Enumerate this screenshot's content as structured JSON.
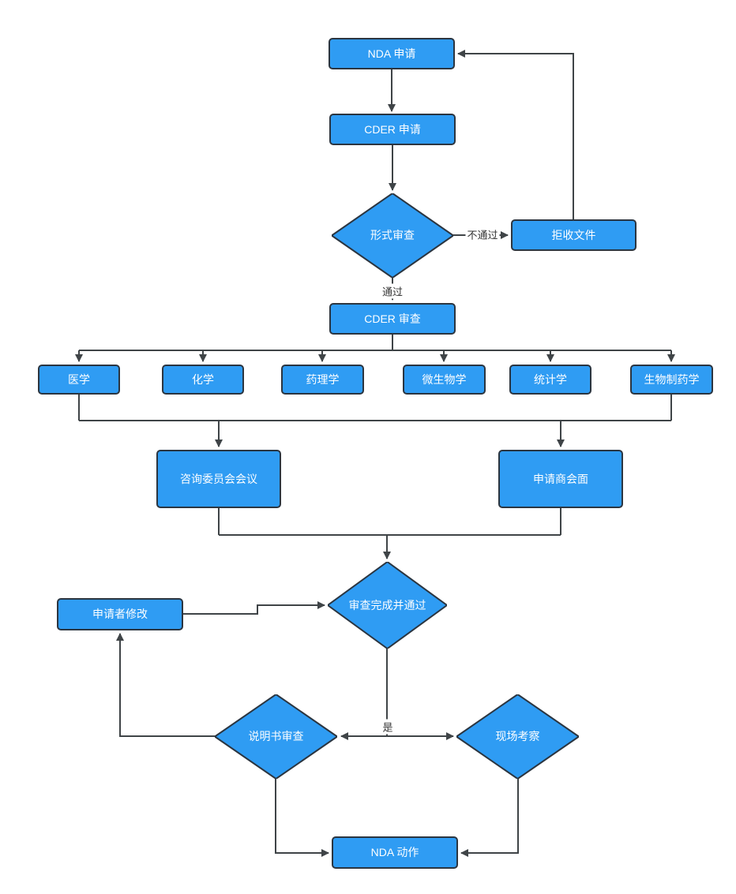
{
  "nodes": {
    "nda_application": {
      "label": "NDA 申请"
    },
    "cder_application": {
      "label": "CDER 申请"
    },
    "formal_review": {
      "label": "形式审查"
    },
    "reject_documents": {
      "label": "拒收文件"
    },
    "cder_review": {
      "label": "CDER 审查"
    },
    "medicine": {
      "label": "医学"
    },
    "chemistry": {
      "label": "化学"
    },
    "pharmacology": {
      "label": "药理学"
    },
    "microbiology": {
      "label": "微生物学"
    },
    "statistics": {
      "label": "统计学"
    },
    "biopharmaceutics": {
      "label": "生物制药学"
    },
    "advisory_committee_meeting": {
      "label": "咨询委员会会议"
    },
    "sponsor_meeting": {
      "label": "申请商会面"
    },
    "review_complete_passed": {
      "label": "审查完成并通过"
    },
    "applicant_revision": {
      "label": "申请者修改"
    },
    "label_review": {
      "label": "说明书审查"
    },
    "site_inspection": {
      "label": "现场考察"
    },
    "nda_action": {
      "label": "NDA 动作"
    }
  },
  "edge_labels": {
    "fail": "不通过",
    "pass": "通过",
    "yes": "是"
  },
  "colors": {
    "node_fill": "#2F9CF3",
    "node_border": "#2B3540",
    "connector": "#3F4447",
    "node_text": "#FDFEFF",
    "edge_label_text": "#333333"
  }
}
